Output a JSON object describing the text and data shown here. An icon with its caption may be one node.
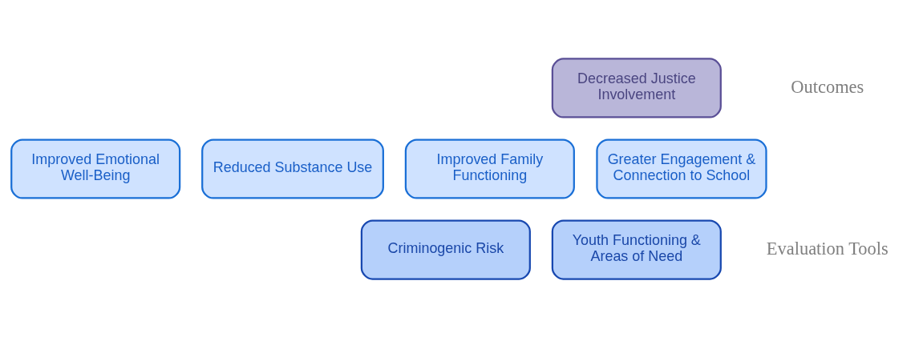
{
  "diagram": {
    "nodes": [
      {
        "text": [
          "Decreased Justice Involvement"
        ]
      },
      {
        "text": [
          "Improved Emotional Well-Being"
        ]
      },
      {
        "text": [
          "Reduced Substance Use"
        ]
      },
      {
        "text": [
          "Improved Family Functioning"
        ]
      },
      {
        "text": [
          "Greater Engagement & Connection to School"
        ]
      },
      {
        "text": [
          "Criminogenic Risk"
        ]
      },
      {
        "text": [
          "Youth Functioning & Areas of Need"
        ]
      }
    ],
    "edges": [],
    "labels": [
      "Outcomes",
      "Evaluation Tools"
    ]
  }
}
